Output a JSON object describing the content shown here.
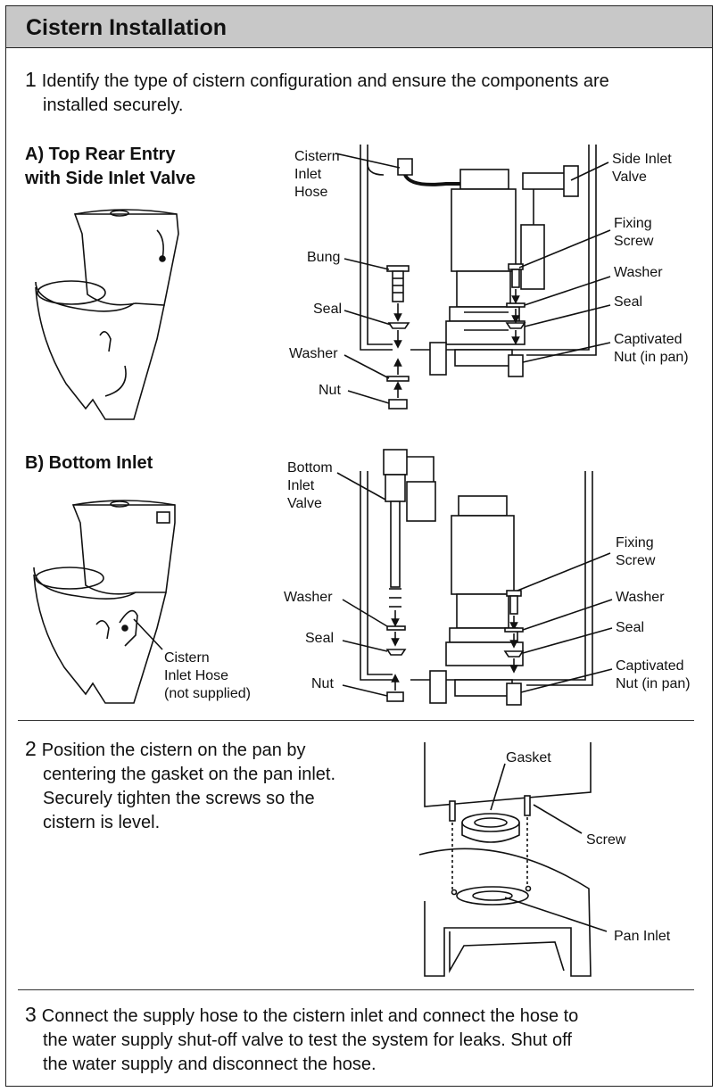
{
  "title": "Cistern Installation",
  "step1": {
    "number": "1",
    "line1": "Identify the type of cistern configuration and ensure the components are",
    "line2": "installed securely."
  },
  "configA": {
    "heading_line1": "A) Top Rear Entry",
    "heading_line2": "with Side Inlet Valve",
    "labels": {
      "cistern_inlet_hose": [
        "Cistern",
        "Inlet",
        "Hose"
      ],
      "bung": "Bung",
      "seal_left": "Seal",
      "washer_left": "Washer",
      "nut": "Nut",
      "side_inlet_valve": [
        "Side Inlet",
        "Valve"
      ],
      "fixing_screw": [
        "Fixing",
        "Screw"
      ],
      "washer_right": "Washer",
      "seal_right": "Seal",
      "captivated_nut": [
        "Captivated",
        "Nut (in pan)"
      ]
    }
  },
  "configB": {
    "heading": "B) Bottom Inlet",
    "labels": {
      "bottom_inlet_valve": [
        "Bottom",
        "Inlet",
        "Valve"
      ],
      "washer_left": "Washer",
      "seal_left": "Seal",
      "nut": "Nut",
      "cistern_inlet_hose": [
        "Cistern",
        "Inlet Hose",
        "(not supplied)"
      ],
      "fixing_screw": [
        "Fixing",
        "Screw"
      ],
      "washer_right": "Washer",
      "seal_right": "Seal",
      "captivated_nut": [
        "Captivated",
        "Nut (in pan)"
      ]
    }
  },
  "step2": {
    "number": "2",
    "lines": [
      "Position the cistern on the pan by",
      "centering the gasket on the pan inlet.",
      "Securely tighten the screws so the",
      "cistern is level."
    ],
    "labels": {
      "gasket": "Gasket",
      "screw": "Screw",
      "pan_inlet": "Pan Inlet"
    }
  },
  "step3": {
    "number": "3",
    "lines": [
      "Connect the supply hose to the cistern inlet and connect the hose to",
      "the water supply shut-off valve to test the system for leaks. Shut off",
      "the water supply and disconnect the hose."
    ]
  }
}
